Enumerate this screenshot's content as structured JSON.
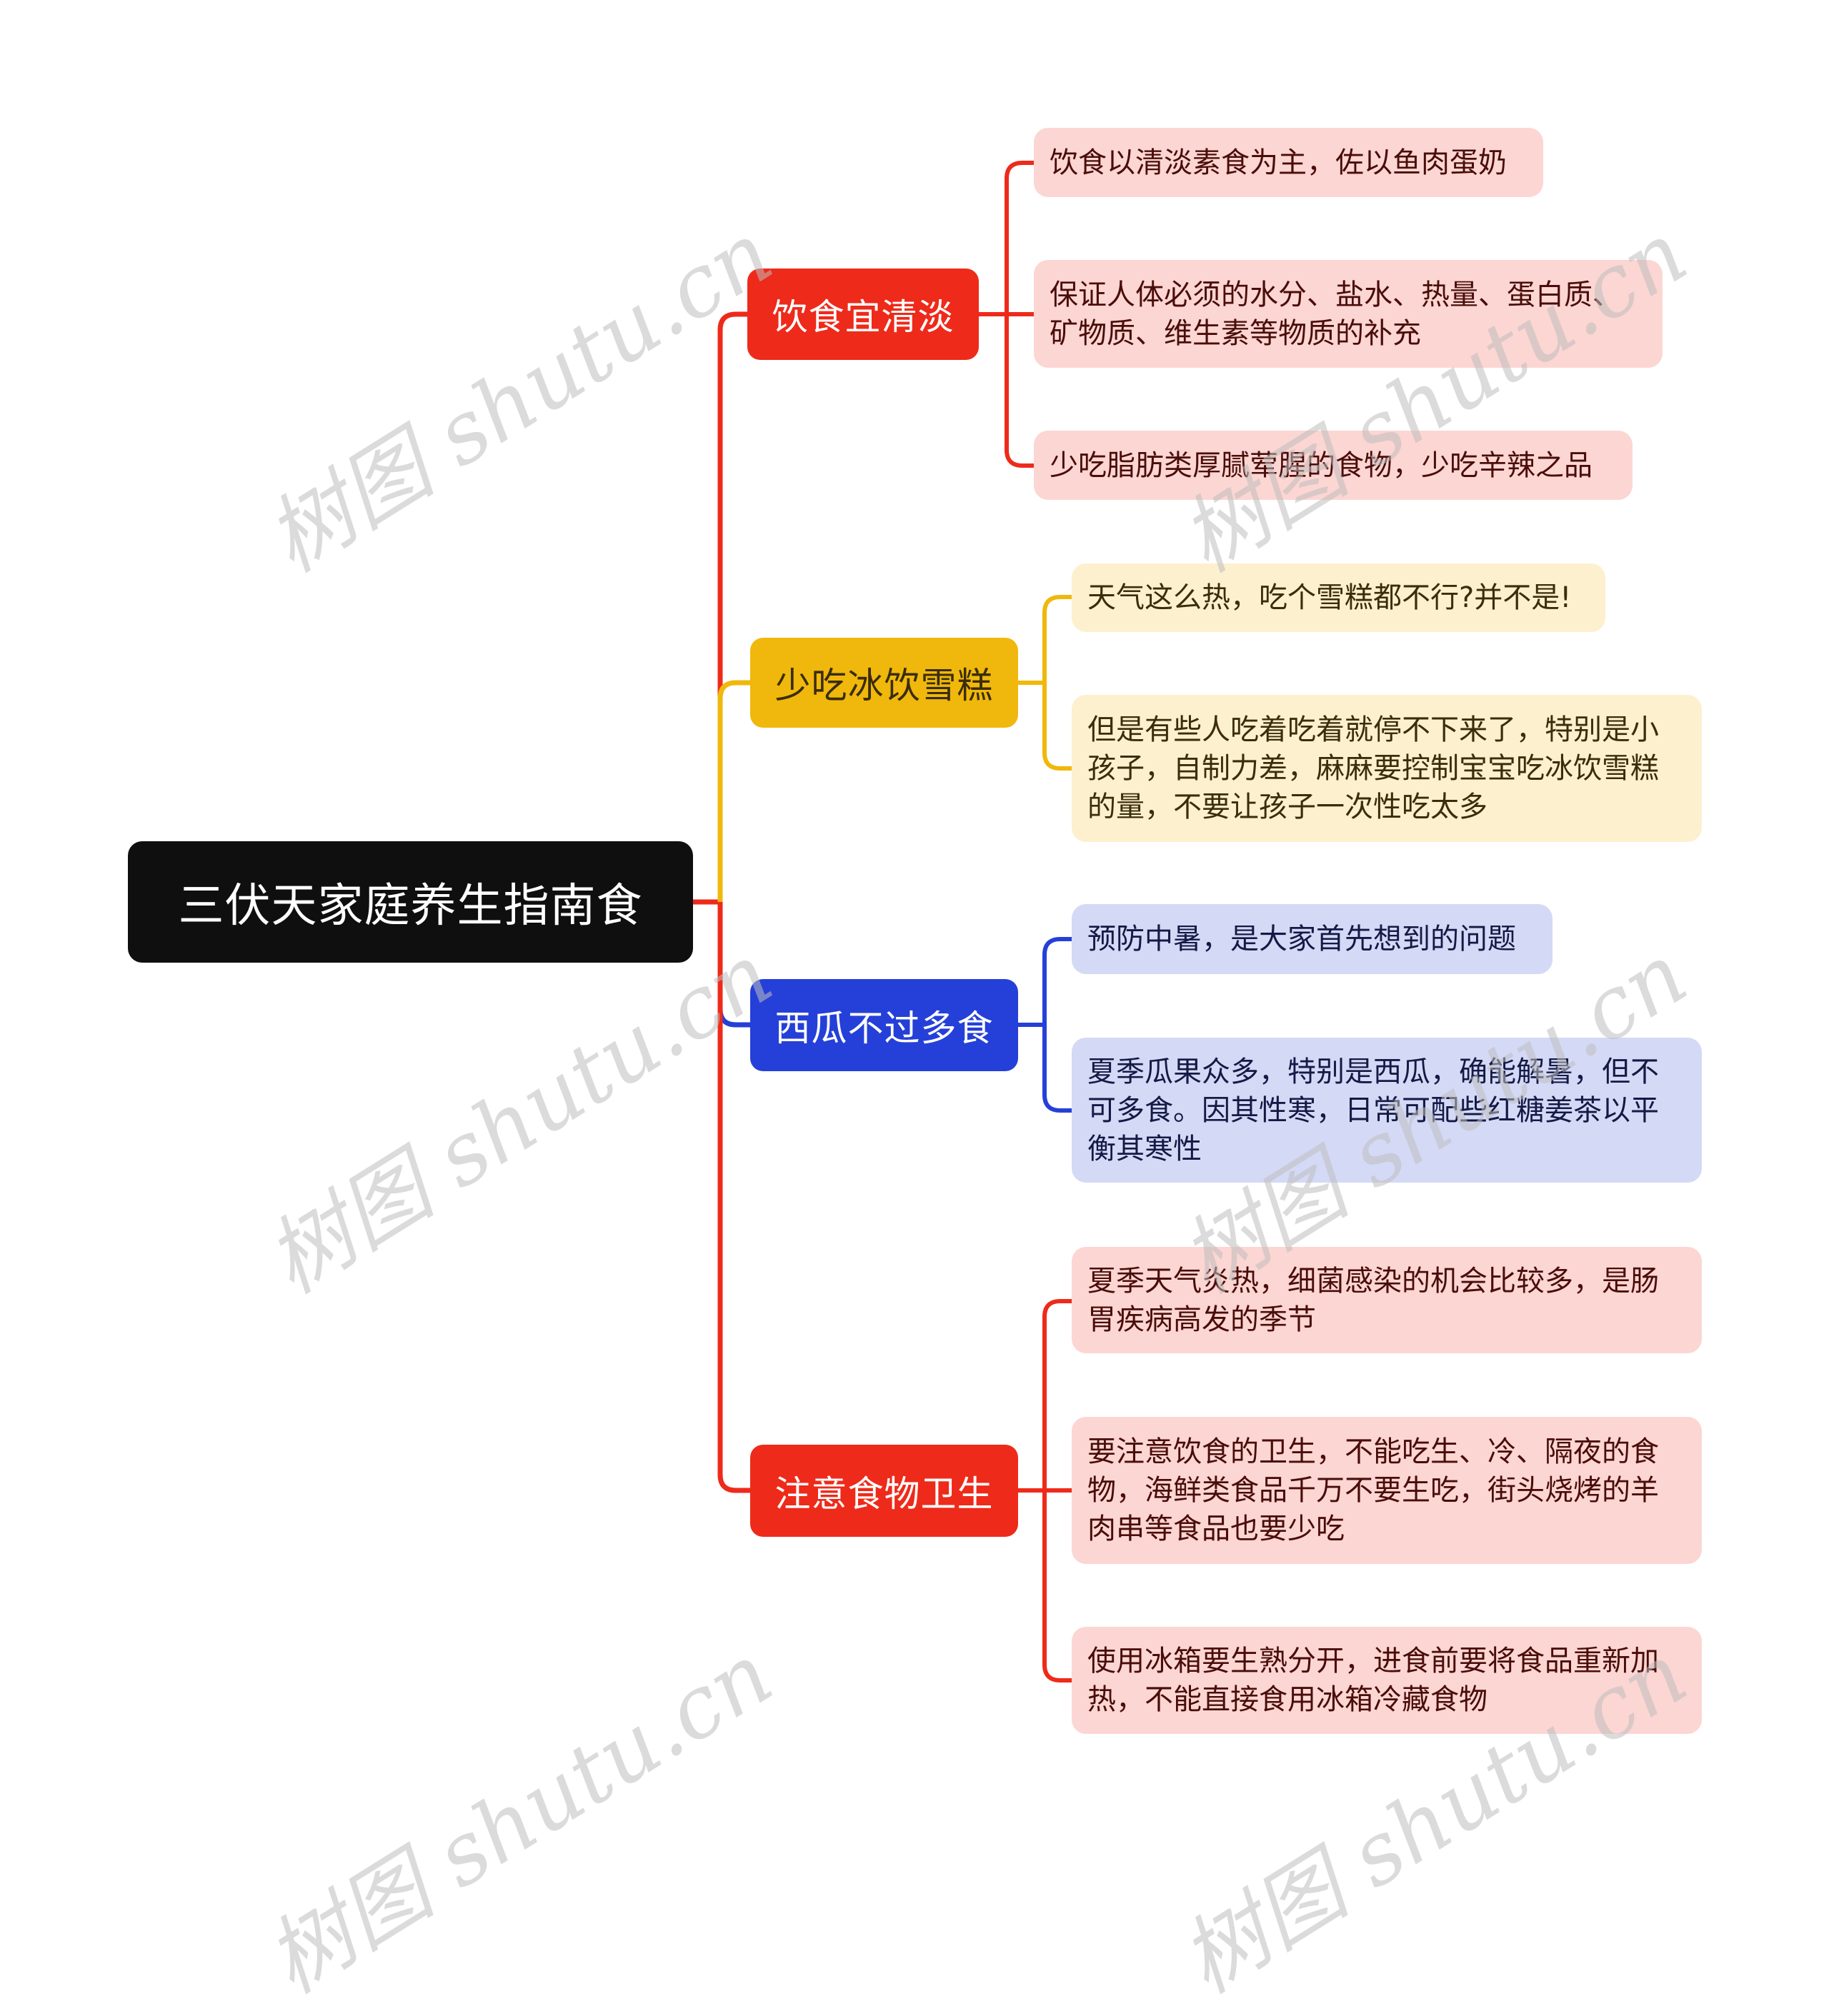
{
  "colors": {
    "root_bg": "#0f0f0f",
    "red": "#ee2a1a",
    "yellow": "#f0b80c",
    "blue": "#2540d8",
    "red_leaf_bg": "#fcd6d3",
    "yellow_leaf_bg": "#fdf0cf",
    "blue_leaf_bg": "#d4d9f6",
    "red_leaf_text": "#4a0d0a",
    "yellow_leaf_text": "#3b2d0a",
    "blue_leaf_text": "#141a45"
  },
  "root": {
    "label": "三伏天家庭养生指南食"
  },
  "branches": [
    {
      "label": "饮食宜清淡",
      "color": "red",
      "leaves": [
        "饮食以清淡素食为主，佐以鱼肉蛋奶",
        "保证人体必须的水分、盐水、热量、蛋白质、矿物质、维生素等物质的补充",
        "少吃脂肪类厚腻荤腥的食物，少吃辛辣之品"
      ]
    },
    {
      "label": "少吃冰饮雪糕",
      "color": "yellow",
      "leaves": [
        "天气这么热，吃个雪糕都不行?并不是!",
        "但是有些人吃着吃着就停不下来了，特别是小孩子，自制力差，麻麻要控制宝宝吃冰饮雪糕的量，不要让孩子一次性吃太多"
      ]
    },
    {
      "label": "西瓜不过多食",
      "color": "blue",
      "leaves": [
        "预防中暑，是大家首先想到的问题",
        "夏季瓜果众多，特别是西瓜，确能解暑，但不可多食。因其性寒，日常可配些红糖姜茶以平衡其寒性"
      ]
    },
    {
      "label": "注意食物卫生",
      "color": "red",
      "leaves": [
        "夏季天气炎热，细菌感染的机会比较多，是肠胃疾病高发的季节",
        "要注意饮食的卫生，不能吃生、冷、隔夜的食物，海鲜类食品千万不要生吃，街头烧烤的羊肉串等食品也要少吃",
        "使用冰箱要生熟分开，进食前要将食品重新加热，不能直接食用冰箱冷藏食物"
      ]
    }
  ],
  "watermark": {
    "text": "树图 shutu.cn"
  }
}
